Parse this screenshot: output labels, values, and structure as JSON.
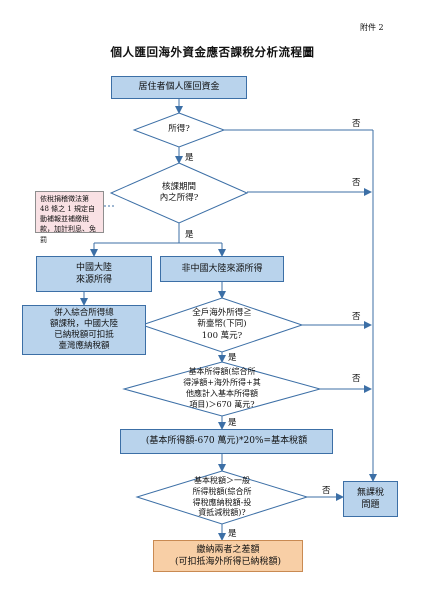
{
  "annex": "附件 2",
  "title": "個人匯回海外資金應否課稅分析流程圖",
  "nodes": {
    "start": "居住者個人匯回資金",
    "q_income": "所得?",
    "q_period": [
      "核課期間",
      "內之所得?"
    ],
    "note": "依稅捐稽徵法第 48 條之 1 規定自動補報並補繳稅款，加計利息、免罰",
    "mainland": [
      "中國大陸",
      "來源所得"
    ],
    "non_mainland": "非中國大陸來源所得",
    "mainland_tax": [
      "併入綜合所得總",
      "額課稅，中國大陸",
      "已納稅額可扣抵",
      "臺灣應納稅額"
    ],
    "q_household": [
      "全戶海外所得≧",
      "新臺幣(下同)",
      "100 萬元?"
    ],
    "q_basic": [
      "基本所得額(綜合所",
      "得淨額+海外所得+其",
      "他應計入基本所得額",
      "項目)＞670 萬元?"
    ],
    "formula": "(基本所得額-670 萬元)*20%=基本稅額",
    "q_compare": [
      "基本稅額＞一般",
      "所得稅額(綜合所",
      "得稅應納稅額-投",
      "資抵減稅額)?"
    ],
    "no_tax": [
      "無課稅",
      "問題"
    ],
    "pay": [
      "繳納兩者之差額",
      "(可扣抵海外所得已納稅額)"
    ]
  },
  "labels": {
    "yes": "是",
    "no": "否"
  }
}
